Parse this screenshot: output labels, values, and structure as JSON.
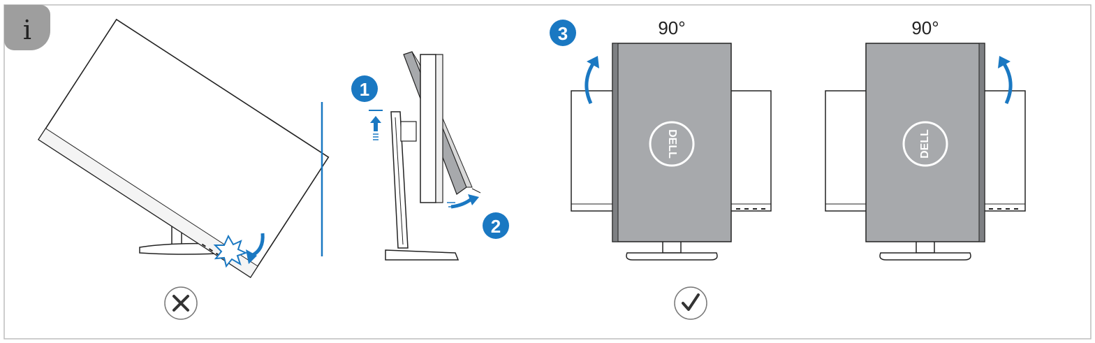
{
  "info_badge": {
    "char": "i",
    "icon": "info-icon"
  },
  "steps": [
    {
      "label": "1"
    },
    {
      "label": "2"
    },
    {
      "label": "3"
    }
  ],
  "rotation_labels": {
    "left_rotation": "90°",
    "right_rotation": "90°"
  },
  "markers": {
    "wrong": {
      "icon": "x-mark-icon"
    },
    "correct": {
      "icon": "check-mark-icon"
    }
  },
  "logo": {
    "brand": "DELL"
  },
  "colors": {
    "accent_blue": "#1a78c2",
    "panel_gray": "#a7a9ac",
    "frame_gray": "#bdbdbd",
    "badge_gray": "#9e9e9e",
    "line": "#222222"
  }
}
